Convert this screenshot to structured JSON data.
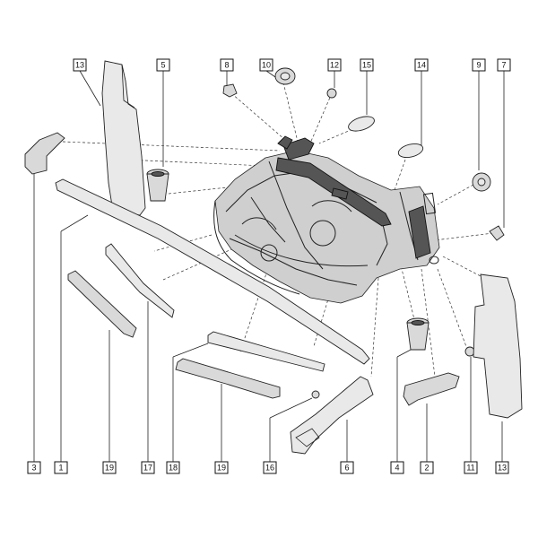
{
  "callouts": [
    {
      "label": "13"
    },
    {
      "label": "5"
    },
    {
      "label": "8"
    },
    {
      "label": "10"
    },
    {
      "label": "12"
    },
    {
      "label": "15"
    },
    {
      "label": "14"
    },
    {
      "label": "9"
    },
    {
      "label": "7"
    },
    {
      "label": "3"
    },
    {
      "label": "1"
    },
    {
      "label": "19"
    },
    {
      "label": "17"
    },
    {
      "label": "18"
    },
    {
      "label": "19"
    },
    {
      "label": "16"
    },
    {
      "label": "6"
    },
    {
      "label": "4"
    },
    {
      "label": "2"
    },
    {
      "label": "11"
    },
    {
      "label": "13"
    }
  ]
}
